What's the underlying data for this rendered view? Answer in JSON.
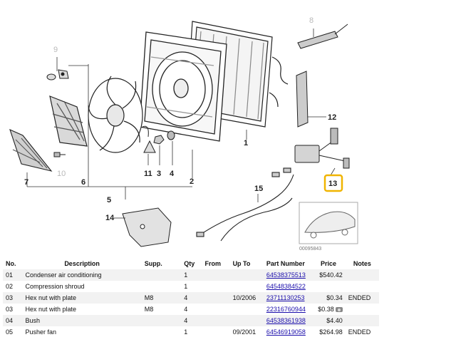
{
  "diagram": {
    "callouts": {
      "c1": "1",
      "c2": "2",
      "c3": "3",
      "c4": "4",
      "c5": "5",
      "c6": "6",
      "c7": "7",
      "c8": "8",
      "c9": "9",
      "c10": "10",
      "c11": "11",
      "c12": "12",
      "c13": "13",
      "c14": "14",
      "c15": "15"
    },
    "highlighted_callout": "13",
    "highlight_color": "#f0b400",
    "diagram_number": "00095843"
  },
  "table": {
    "headers": {
      "no": "No.",
      "description": "Description",
      "supp": "Supp.",
      "qty": "Qty",
      "from": "From",
      "up_to": "Up To",
      "part_number": "Part Number",
      "price": "Price",
      "notes": "Notes"
    },
    "rows": [
      {
        "no": "01",
        "description": "Condenser air conditioning",
        "supp": "",
        "qty": "1",
        "from": "",
        "up_to": "",
        "part_number": "64538375513",
        "price": "$540.42",
        "notes": ""
      },
      {
        "no": "02",
        "description": "Compression shroud",
        "supp": "",
        "qty": "1",
        "from": "",
        "up_to": "",
        "part_number": "64548384522",
        "price": "",
        "notes": ""
      },
      {
        "no": "03",
        "description": "Hex nut with plate",
        "supp": "M8",
        "qty": "4",
        "from": "",
        "up_to": "10/2006",
        "part_number": "23711130253",
        "price": "$0.34",
        "notes": "ENDED"
      },
      {
        "no": "03",
        "description": "Hex nut with plate",
        "supp": "M8",
        "qty": "4",
        "from": "",
        "up_to": "",
        "part_number": "22316760944",
        "price": "$0.38",
        "notes": ""
      },
      {
        "no": "04",
        "description": "Bush",
        "supp": "",
        "qty": "4",
        "from": "",
        "up_to": "",
        "part_number": "64538361938",
        "price": "$4.40",
        "notes": ""
      },
      {
        "no": "05",
        "description": "Pusher fan",
        "supp": "",
        "qty": "1",
        "from": "",
        "up_to": "09/2001",
        "part_number": "64546919058",
        "price": "$264.98",
        "notes": "ENDED"
      }
    ],
    "camera_row_note_icon": "camera-icon"
  }
}
